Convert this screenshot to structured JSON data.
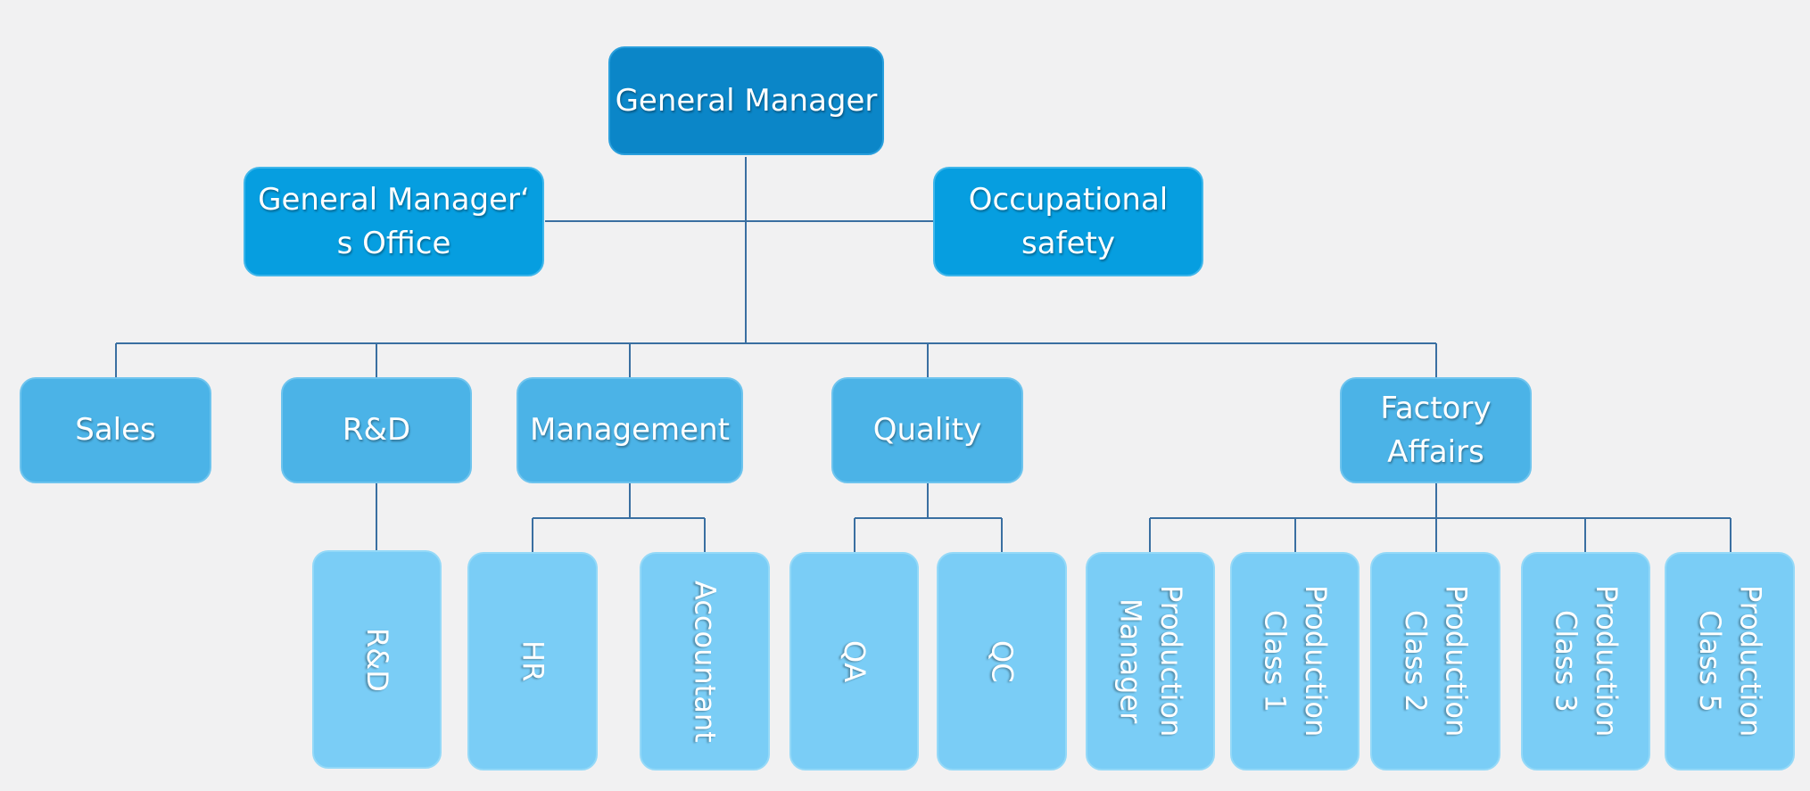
{
  "chart": {
    "root": "General Manager",
    "staff_left": "General Manager‘ s Office",
    "staff_right": "Occupational safety",
    "departments": {
      "sales": "Sales",
      "rnd": "R&D",
      "management": "Management",
      "quality": "Quality",
      "factory": "Factory Affairs"
    },
    "units": {
      "rnd": "R&D",
      "hr": "HR",
      "accountant": "Accountant",
      "qa": "QA",
      "qc": "QC",
      "production_manager": "Production Manager",
      "class1": "Production Class 1",
      "class2": "Production Class 2",
      "class3": "Production Class 3",
      "class5": "Production Class 5"
    }
  },
  "colors": {
    "background": "#f1f1f2",
    "level1": "#0b86c8",
    "level2": "#069ee0",
    "level3": "#4bb3e7",
    "level4": "#7acdf6",
    "connector": "#3a6fa1"
  }
}
